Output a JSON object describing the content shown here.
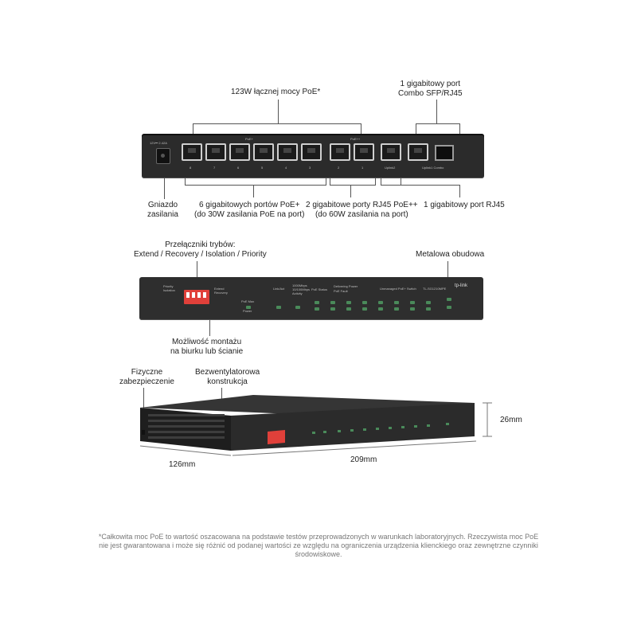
{
  "rear_view": {
    "callouts": {
      "total_poe": "123W łącznej mocy PoE*",
      "combo_line1": "1 gigabitowy port",
      "combo_line2": "Combo SFP/RJ45",
      "power_line1": "Gniazdo",
      "power_line2": "zasilania",
      "poe_plus_line1": "6 gigabitowych portów PoE+",
      "poe_plus_line2": "(do 30W zasilania PoE na port)",
      "poe_pp_line1": "2 gigabitowe porty RJ45 PoE++",
      "poe_pp_line2": "(do 60W zasilania na port)",
      "rj45_label": "1 gigabitowy port RJ45"
    },
    "device": {
      "power_text": "12V⎓ 2.42A",
      "poe_plus_header": "PoE+",
      "poe_pp_header": "PoE++",
      "port_numbers": [
        "8",
        "7",
        "6",
        "5",
        "4",
        "3",
        "2",
        "1"
      ],
      "uplink_text": "Uplink2",
      "combo_text": "Uplink1 Combo"
    }
  },
  "front_view": {
    "callouts": {
      "switches_line1": "Przełączniki trybów:",
      "switches_line2": "Extend / Recovery / Isolation / Priority",
      "metal_case": "Metalowa obudowa",
      "mount_line1": "Możliwość montażu",
      "mount_line2": "na biurku lub ścianie"
    },
    "device": {
      "brand": "tp-link",
      "model_text": "Unmanaged PoE+ Switch",
      "model_code": "TL-SG1210MPE",
      "led_labels": [
        "Link/Act",
        "1000Mbps",
        "10/100Mbps",
        "Activity",
        "PoE Status",
        "Delivering Power",
        "PoE Fault"
      ],
      "power_led": "Power",
      "poe_max": "PoE Max",
      "dip_labels": [
        "Priority",
        "Isolation",
        "Extend",
        "Recovery"
      ]
    }
  },
  "angle_view": {
    "callouts": {
      "security_line1": "Fizyczne",
      "security_line2": "zabezpieczenie",
      "fanless_line1": "Bezwentylatorowa",
      "fanless_line2": "konstrukcja",
      "height": "26mm",
      "depth": "126mm",
      "width": "209mm"
    }
  },
  "footnote": "*Całkowita moc PoE to wartość oszacowana na podstawie testów przeprowadzonych w warunkach laboratoryjnych. Rzeczywista moc PoE nie jest gwarantowana i może się różnić od podanej wartości ze względu na ograniczenia urządzenia klienckiego oraz zewnętrzne czynniki środowiskowe.",
  "colors": {
    "chassis": "#2b2b2b",
    "chassis_dark": "#1a1a1a",
    "led_green": "#4a8a5a",
    "dip_red": "#e0403a"
  }
}
